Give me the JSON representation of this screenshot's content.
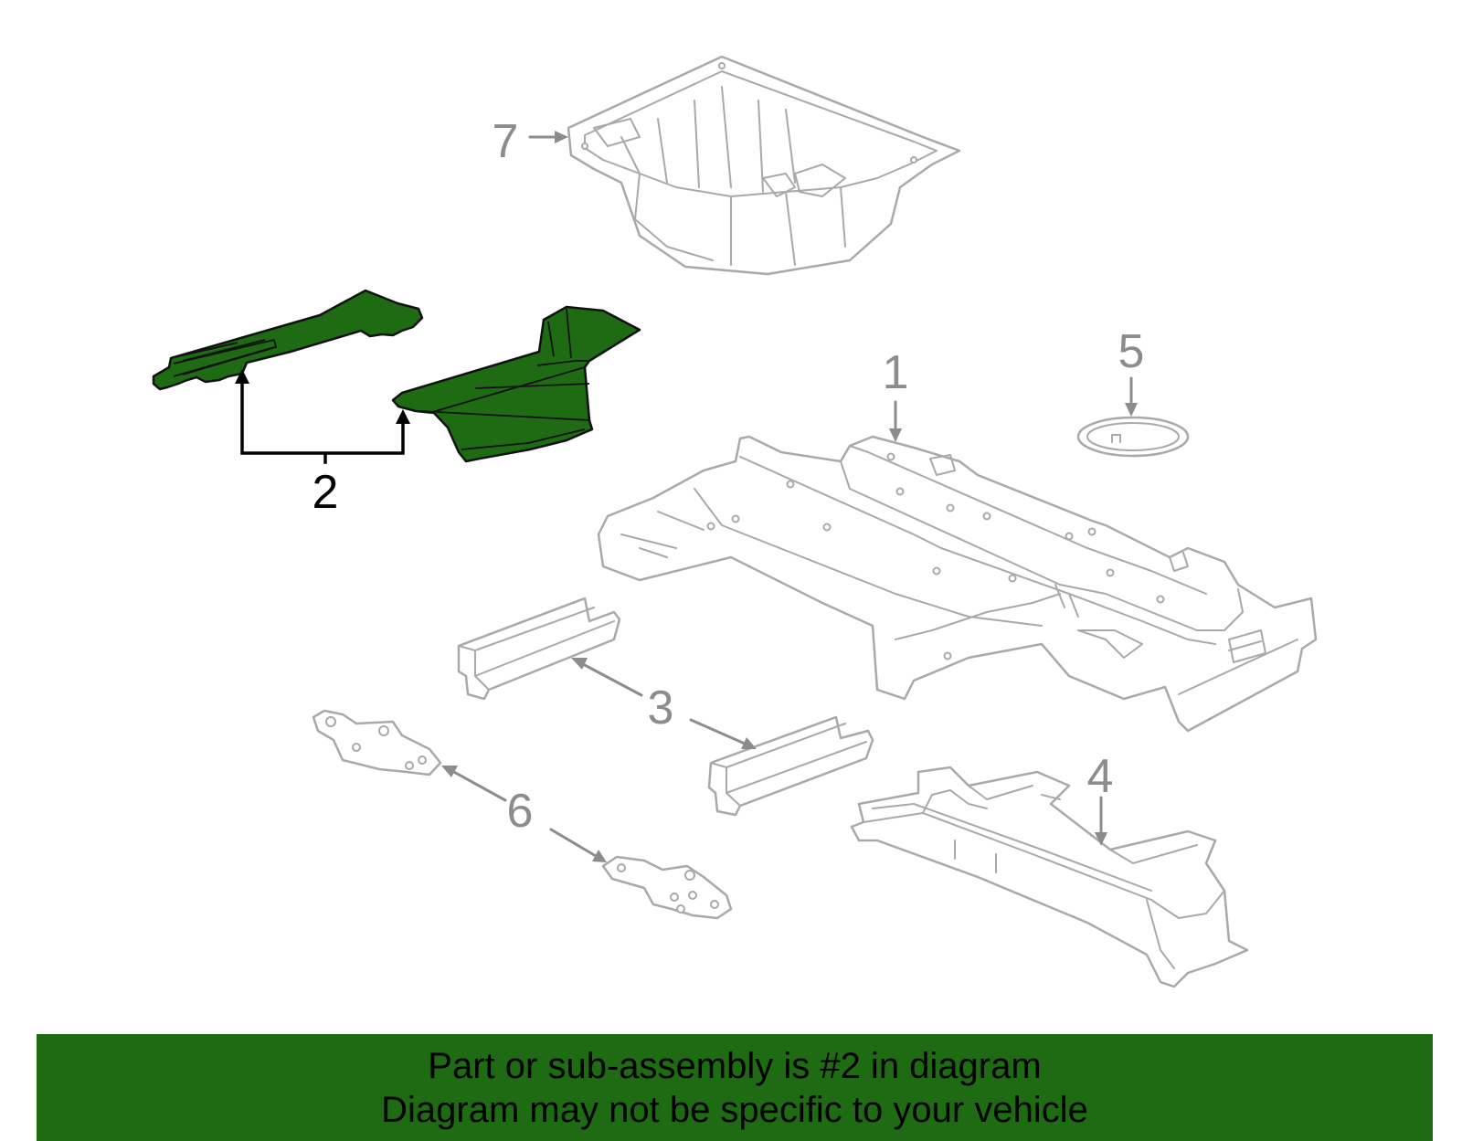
{
  "colors": {
    "highlight": "#1e6b14",
    "banner": "#1e6b14",
    "part_line": "#a9a9a9",
    "callout_grey": "#8c8c8c",
    "callout_active": "#000000"
  },
  "callouts": [
    {
      "id": "1",
      "label": "1",
      "active": false
    },
    {
      "id": "2",
      "label": "2",
      "active": true
    },
    {
      "id": "3",
      "label": "3",
      "active": false
    },
    {
      "id": "4",
      "label": "4",
      "active": false
    },
    {
      "id": "5",
      "label": "5",
      "active": false
    },
    {
      "id": "6",
      "label": "6",
      "active": false
    },
    {
      "id": "7",
      "label": "7",
      "active": false
    }
  ],
  "banner": {
    "line1": "Part or sub-assembly is #2 in diagram",
    "line2": "Diagram may not be specific to your vehicle"
  }
}
